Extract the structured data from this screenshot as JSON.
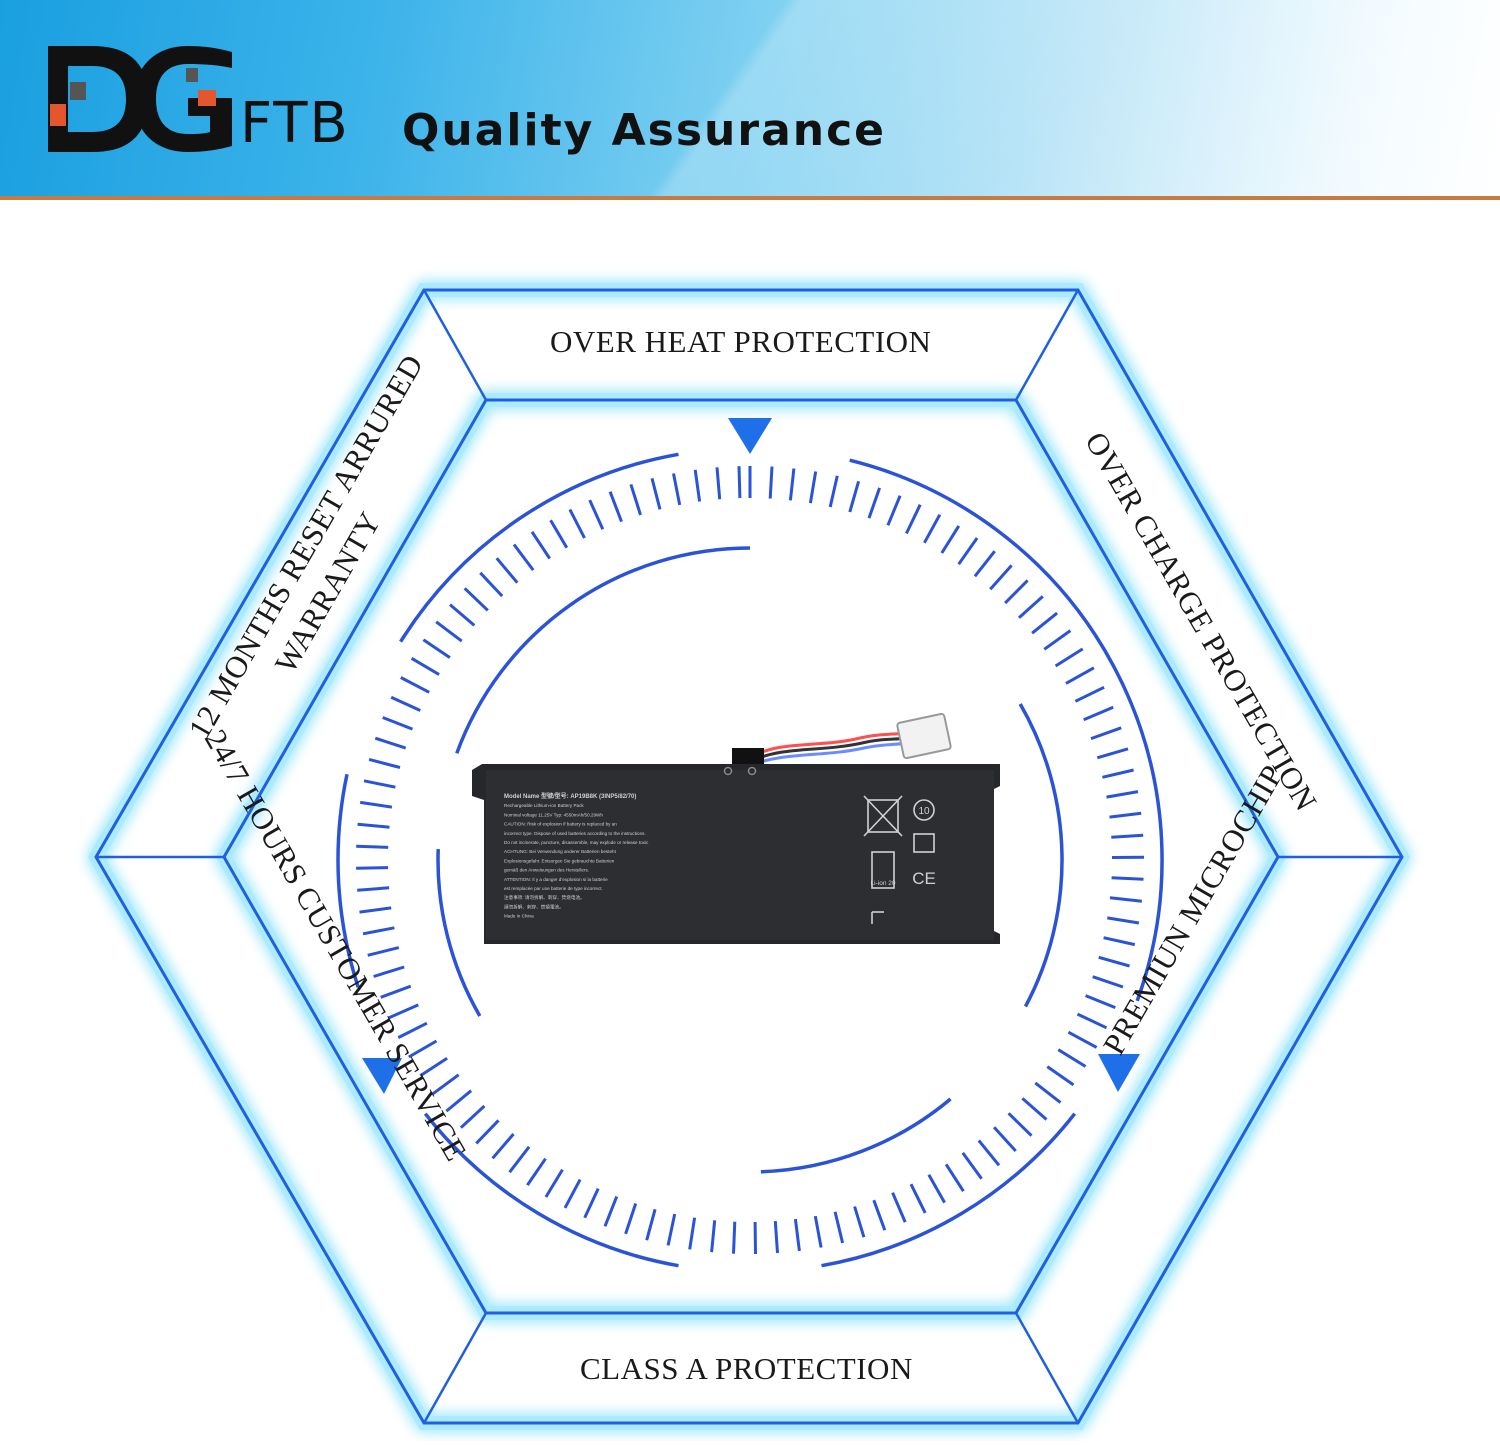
{
  "brand": {
    "name": "FTB",
    "tagline": "Quality Assurance",
    "colors": {
      "dark": "#111111",
      "accent": "#e4572e",
      "header_blue": "#1a9fe0",
      "rule": "#c87a43"
    }
  },
  "features": {
    "top": "OVER HEAT PROTECTION",
    "top_right": "OVER CHARGE PROTECTION",
    "bottom_right": "PREMIUN MICROCHIP",
    "bottom": "CLASS A PROTECTION",
    "bottom_left": "24/7 HOURS CUSTOMER SERVICE",
    "top_left_line1": "12 MONTHS RESET ARRURED",
    "top_left_line2": "WARRANTY"
  },
  "colors": {
    "hex_line": "#1f5fe0",
    "hex_glow": "#7fd8ff",
    "ring": "#2a53d8",
    "arrow": "#1f6fe8"
  },
  "product": {
    "icon": "laptop-battery-icon",
    "label_lines": [
      "Model Name 型號/型号: AP19B8K    (3INP5/82/70)",
      "Rechargeable Lithium-ion Battery Pack",
      "Nominal voltage 11.25V   Typ: 4550mAh/50.29Wh",
      "CAUTION: Risk of explosion if battery is replaced by an",
      "incorrect type. Dispose of used batteries according to the instructions.",
      "Do not incinerate, puncture, disassemble, may explode or release toxic",
      "ACHTUNG: Bei Verwendung anderer Batterien besteht",
      "Explosionsgefahr. Entsorgen Sie gebrauchte Batterien",
      "gemäß den Anweisungen des Herstellers.",
      "ATTENTION: Il y a danger d'explosion si la batterie",
      "est remplacée par une batterie de type incorrect.",
      "注意事项: 请勿拆解、刺穿、焚烧电池。",
      "請勿拆解、刺穿、焚燒電池。",
      "Made in China"
    ],
    "badge_cycles": "10",
    "badge_ce": "CE",
    "badge_liion": "Li-ion 20"
  }
}
